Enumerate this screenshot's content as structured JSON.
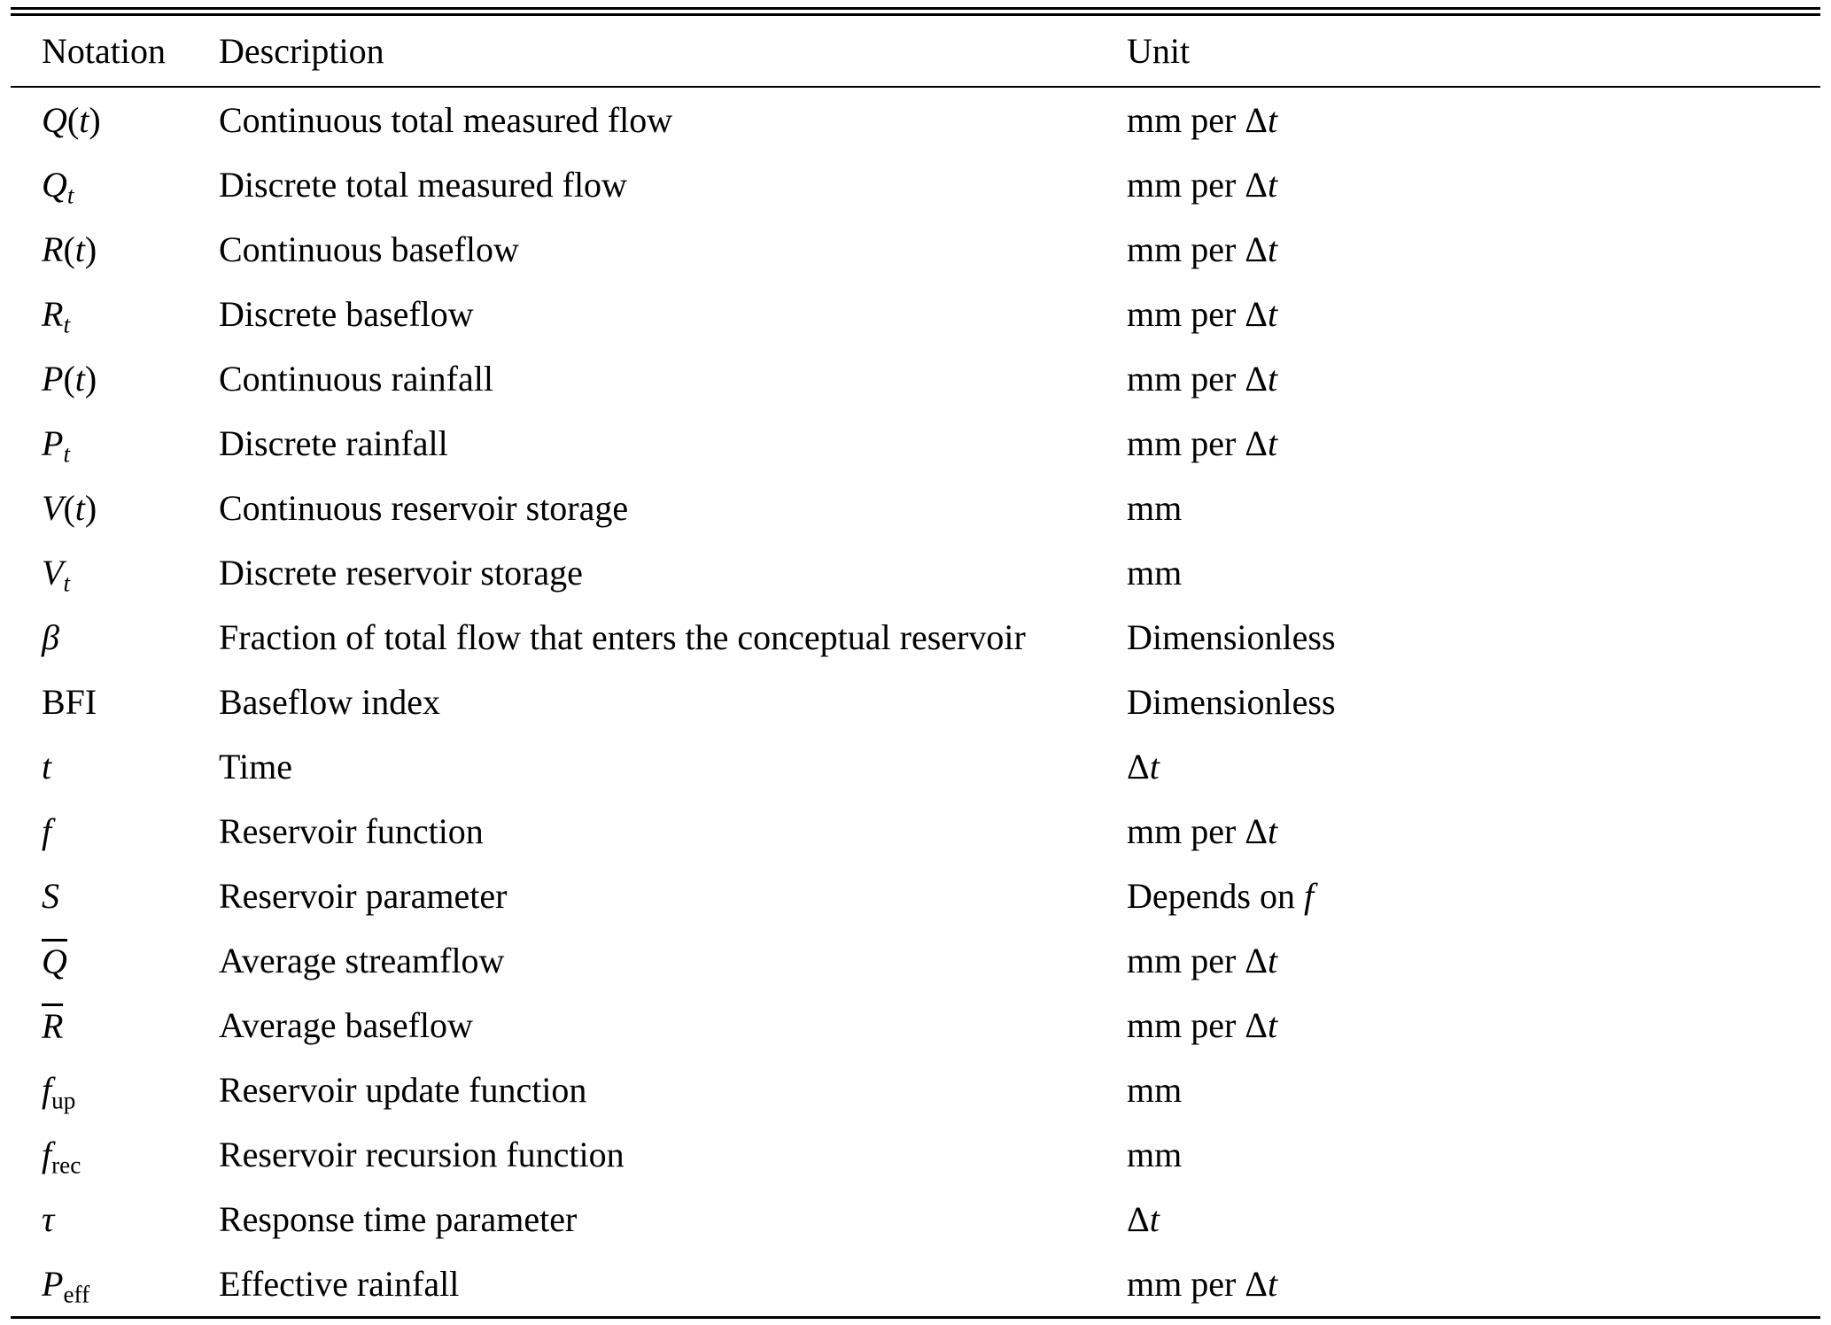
{
  "page": {
    "background_color": "#ffffff",
    "text_color": "#000000"
  },
  "table": {
    "headers": [
      "Notation",
      "Description",
      "Unit"
    ],
    "rows": [
      {
        "notation": [
          {
            "t": "Q",
            "i": true
          },
          {
            "t": "("
          },
          {
            "t": "t",
            "i": true
          },
          {
            "t": ")"
          }
        ],
        "description": "Continuous total measured flow",
        "unit": [
          {
            "t": "mm per Δ"
          },
          {
            "t": "t",
            "i": true
          }
        ]
      },
      {
        "notation": [
          {
            "t": "Q",
            "i": true
          },
          {
            "t": "t",
            "i": true,
            "s": true
          }
        ],
        "description": "Discrete total measured flow",
        "unit": [
          {
            "t": "mm per Δ"
          },
          {
            "t": "t",
            "i": true
          }
        ]
      },
      {
        "notation": [
          {
            "t": "R",
            "i": true
          },
          {
            "t": "("
          },
          {
            "t": "t",
            "i": true
          },
          {
            "t": ")"
          }
        ],
        "description": "Continuous baseflow",
        "unit": [
          {
            "t": "mm per Δ"
          },
          {
            "t": "t",
            "i": true
          }
        ]
      },
      {
        "notation": [
          {
            "t": "R",
            "i": true
          },
          {
            "t": "t",
            "i": true,
            "s": true
          }
        ],
        "description": "Discrete baseflow",
        "unit": [
          {
            "t": "mm per Δ"
          },
          {
            "t": "t",
            "i": true
          }
        ]
      },
      {
        "notation": [
          {
            "t": "P",
            "i": true
          },
          {
            "t": "("
          },
          {
            "t": "t",
            "i": true
          },
          {
            "t": ")"
          }
        ],
        "description": "Continuous rainfall",
        "unit": [
          {
            "t": "mm per Δ"
          },
          {
            "t": "t",
            "i": true
          }
        ]
      },
      {
        "notation": [
          {
            "t": "P",
            "i": true
          },
          {
            "t": "t",
            "i": true,
            "s": true
          }
        ],
        "description": "Discrete rainfall",
        "unit": [
          {
            "t": "mm per Δ"
          },
          {
            "t": "t",
            "i": true
          }
        ]
      },
      {
        "notation": [
          {
            "t": "V",
            "i": true
          },
          {
            "t": "("
          },
          {
            "t": "t",
            "i": true
          },
          {
            "t": ")"
          }
        ],
        "description": "Continuous reservoir storage",
        "unit": [
          {
            "t": "mm"
          }
        ]
      },
      {
        "notation": [
          {
            "t": "V",
            "i": true
          },
          {
            "t": "t",
            "i": true,
            "s": true
          }
        ],
        "description": "Discrete reservoir storage",
        "unit": [
          {
            "t": "mm"
          }
        ]
      },
      {
        "notation": [
          {
            "t": "β",
            "i": true
          }
        ],
        "description": "Fraction of total flow that enters the conceptual reservoir",
        "unit": [
          {
            "t": "Dimensionless"
          }
        ]
      },
      {
        "notation": [
          {
            "t": "BFI"
          }
        ],
        "description": "Baseflow index",
        "unit": [
          {
            "t": "Dimensionless"
          }
        ]
      },
      {
        "notation": [
          {
            "t": "t",
            "i": true
          }
        ],
        "description": "Time",
        "unit": [
          {
            "t": "Δ"
          },
          {
            "t": "t",
            "i": true
          }
        ]
      },
      {
        "notation": [
          {
            "t": "f",
            "i": true
          }
        ],
        "description": "Reservoir function",
        "unit": [
          {
            "t": "mm per Δ"
          },
          {
            "t": "t",
            "i": true
          }
        ]
      },
      {
        "notation": [
          {
            "t": "S",
            "i": true
          }
        ],
        "description": "Reservoir parameter",
        "unit": [
          {
            "t": "Depends on "
          },
          {
            "t": "f",
            "i": true
          }
        ]
      },
      {
        "notation": [
          {
            "t": "Q",
            "i": true,
            "o": true
          }
        ],
        "description": "Average streamflow",
        "unit": [
          {
            "t": "mm per Δ"
          },
          {
            "t": "t",
            "i": true
          }
        ]
      },
      {
        "notation": [
          {
            "t": "R",
            "i": true,
            "o": true
          }
        ],
        "description": "Average baseflow",
        "unit": [
          {
            "t": "mm per Δ"
          },
          {
            "t": "t",
            "i": true
          }
        ]
      },
      {
        "notation": [
          {
            "t": "f",
            "i": true
          },
          {
            "t": "up",
            "s": true
          }
        ],
        "description": "Reservoir update function",
        "unit": [
          {
            "t": "mm"
          }
        ]
      },
      {
        "notation": [
          {
            "t": "f",
            "i": true
          },
          {
            "t": "rec",
            "s": true
          }
        ],
        "description": "Reservoir recursion function",
        "unit": [
          {
            "t": "mm"
          }
        ]
      },
      {
        "notation": [
          {
            "t": "τ",
            "i": true
          }
        ],
        "description": "Response time parameter",
        "unit": [
          {
            "t": "Δ"
          },
          {
            "t": "t",
            "i": true
          }
        ]
      },
      {
        "notation": [
          {
            "t": "P",
            "i": true
          },
          {
            "t": "eff",
            "s": true
          }
        ],
        "description": "Effective rainfall",
        "unit": [
          {
            "t": "mm per Δ"
          },
          {
            "t": "t",
            "i": true
          }
        ]
      }
    ]
  }
}
